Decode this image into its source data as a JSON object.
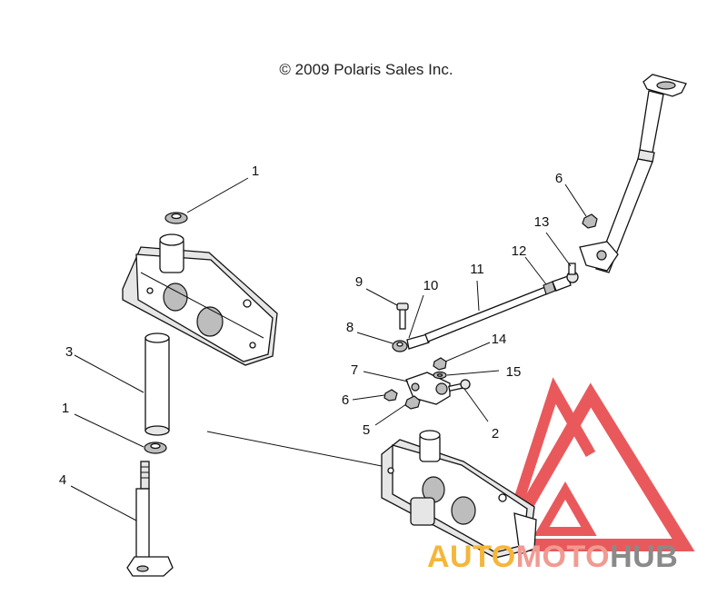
{
  "copyright": "© 2009 Polaris Sales Inc.",
  "callouts": [
    {
      "id": "c1a",
      "text": "1"
    },
    {
      "id": "c1b",
      "text": "1"
    },
    {
      "id": "c2",
      "text": "2"
    },
    {
      "id": "c3",
      "text": "3"
    },
    {
      "id": "c4",
      "text": "4"
    },
    {
      "id": "c5",
      "text": "5"
    },
    {
      "id": "c6a",
      "text": "6"
    },
    {
      "id": "c6b",
      "text": "6"
    },
    {
      "id": "c7",
      "text": "7"
    },
    {
      "id": "c8",
      "text": "8"
    },
    {
      "id": "c9",
      "text": "9"
    },
    {
      "id": "c10",
      "text": "10"
    },
    {
      "id": "c11",
      "text": "11"
    },
    {
      "id": "c12",
      "text": "12"
    },
    {
      "id": "c13",
      "text": "13"
    },
    {
      "id": "c14",
      "text": "14"
    },
    {
      "id": "c15",
      "text": "15"
    }
  ],
  "watermark": {
    "part1": "AUTO",
    "part2": "MOTO",
    "part3": "HUB",
    "colors": {
      "part1": "#f5b63a",
      "part2": "#f19a92",
      "part3": "#8a8a8a",
      "logo": "#e7484b"
    }
  }
}
